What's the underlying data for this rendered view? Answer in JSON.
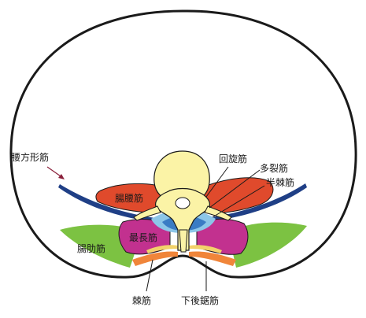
{
  "labels": {
    "quadratus_lumborum": "腰方形筋",
    "iliopsoas": "腸腰筋",
    "rotatores": "回旋筋",
    "multifidus": "多裂筋",
    "semispinalis": "半棘筋",
    "iliocostalis": "腸肋筋",
    "longissimus": "最長筋",
    "spinalis": "棘筋",
    "serratus_posterior_inferior": "下後鋸筋"
  },
  "colors": {
    "outline": "#1a1a1a",
    "iliopsoas_red": "#e04a2c",
    "iliocostalis_green": "#7cc242",
    "longissimus_magenta": "#c2318f",
    "multifidus_blue": "#3a7cc4",
    "transversospinal_lightblue": "#8cc6e8",
    "vertebra_yellow": "#fbf3a6",
    "spinalis_orange": "#f0853a",
    "fascia_navy": "#1f3f86",
    "pointer_maroon": "#8a1f3a"
  }
}
